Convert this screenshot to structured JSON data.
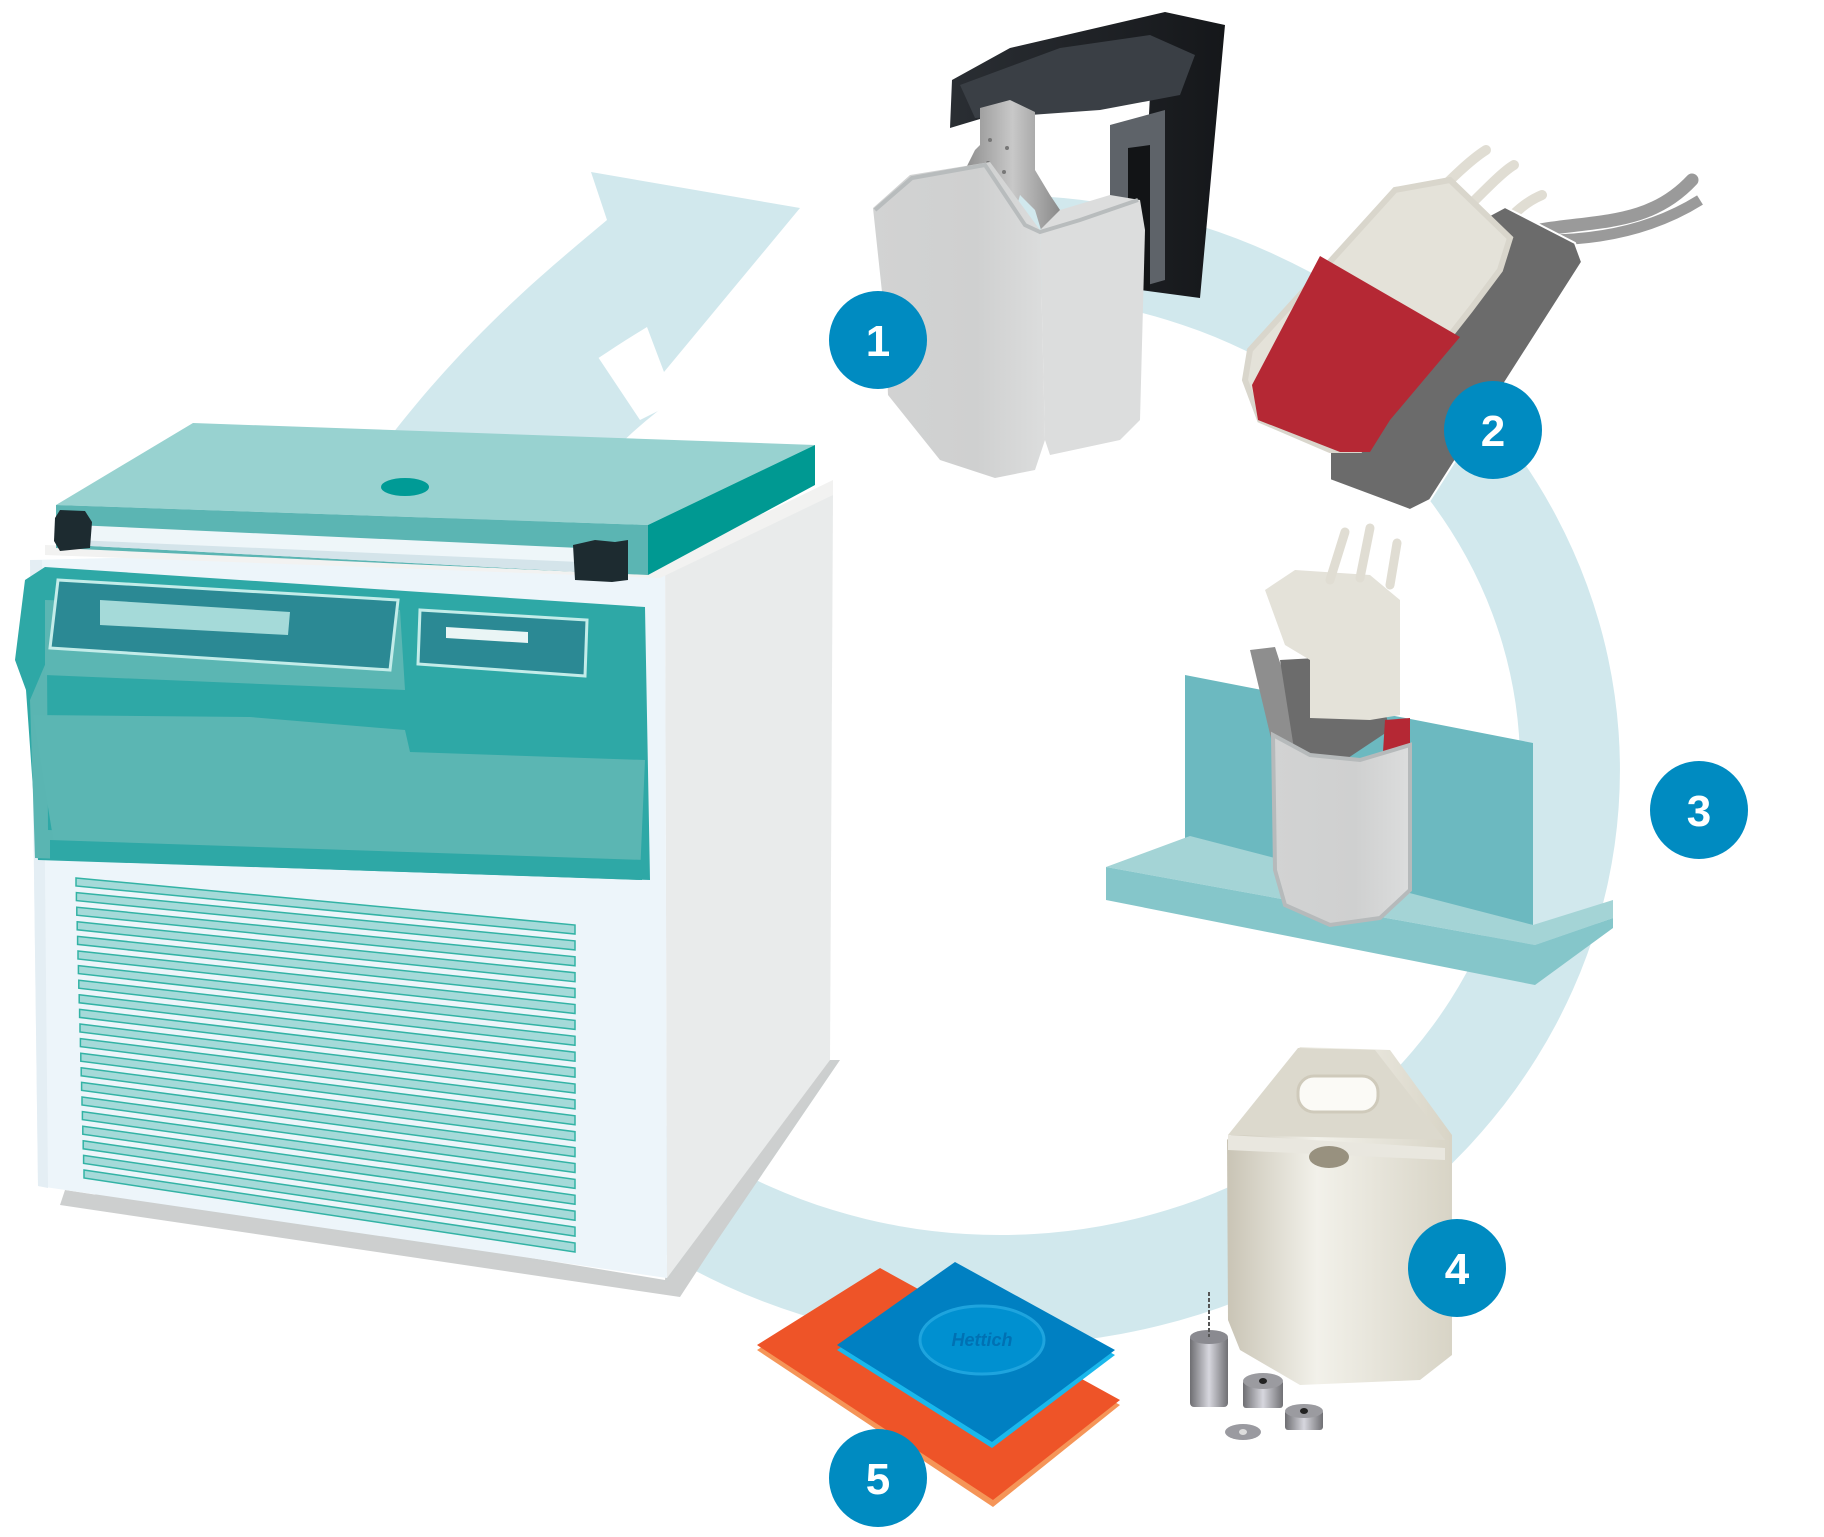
{
  "diagram": {
    "type": "process-cycle",
    "description": "Centrifuge accessory cycle illustration",
    "colors": {
      "cycle_ring": "#d1e8ed",
      "badge_fill": "#008bc1",
      "badge_text": "#ffffff",
      "centrifuge_teal": "#2fa8a6",
      "centrifuge_lid": "#98d2d0",
      "centrifuge_body": "#edf5fa",
      "blood_red": "#b52834",
      "bag_cream": "#e4e2d9",
      "bag_dark": "#6b6b6b",
      "shelf_teal": "#6cb9c0",
      "pad_orange": "#ee5428",
      "pad_blue": "#0080c2",
      "logo_blue": "#1e9fd8"
    },
    "center_object": {
      "name": "Centrifuge",
      "icon": "centrifuge-icon",
      "vent_slat_count": 21
    },
    "steps": [
      {
        "number": "1",
        "item": "Centrifuge bucket with bag holder",
        "icon": "bucket-icon"
      },
      {
        "number": "2",
        "item": "Blood bag",
        "icon": "blood-bag-icon"
      },
      {
        "number": "3",
        "item": "Bag in holder on separation shelf",
        "icon": "shelf-holder-icon"
      },
      {
        "number": "4",
        "item": "Balancing container with weights",
        "icon": "balance-container-icon"
      },
      {
        "number": "5",
        "item": "Balancing pads",
        "icon": "balance-pads-icon"
      }
    ],
    "pad_logo": "Hettich"
  }
}
